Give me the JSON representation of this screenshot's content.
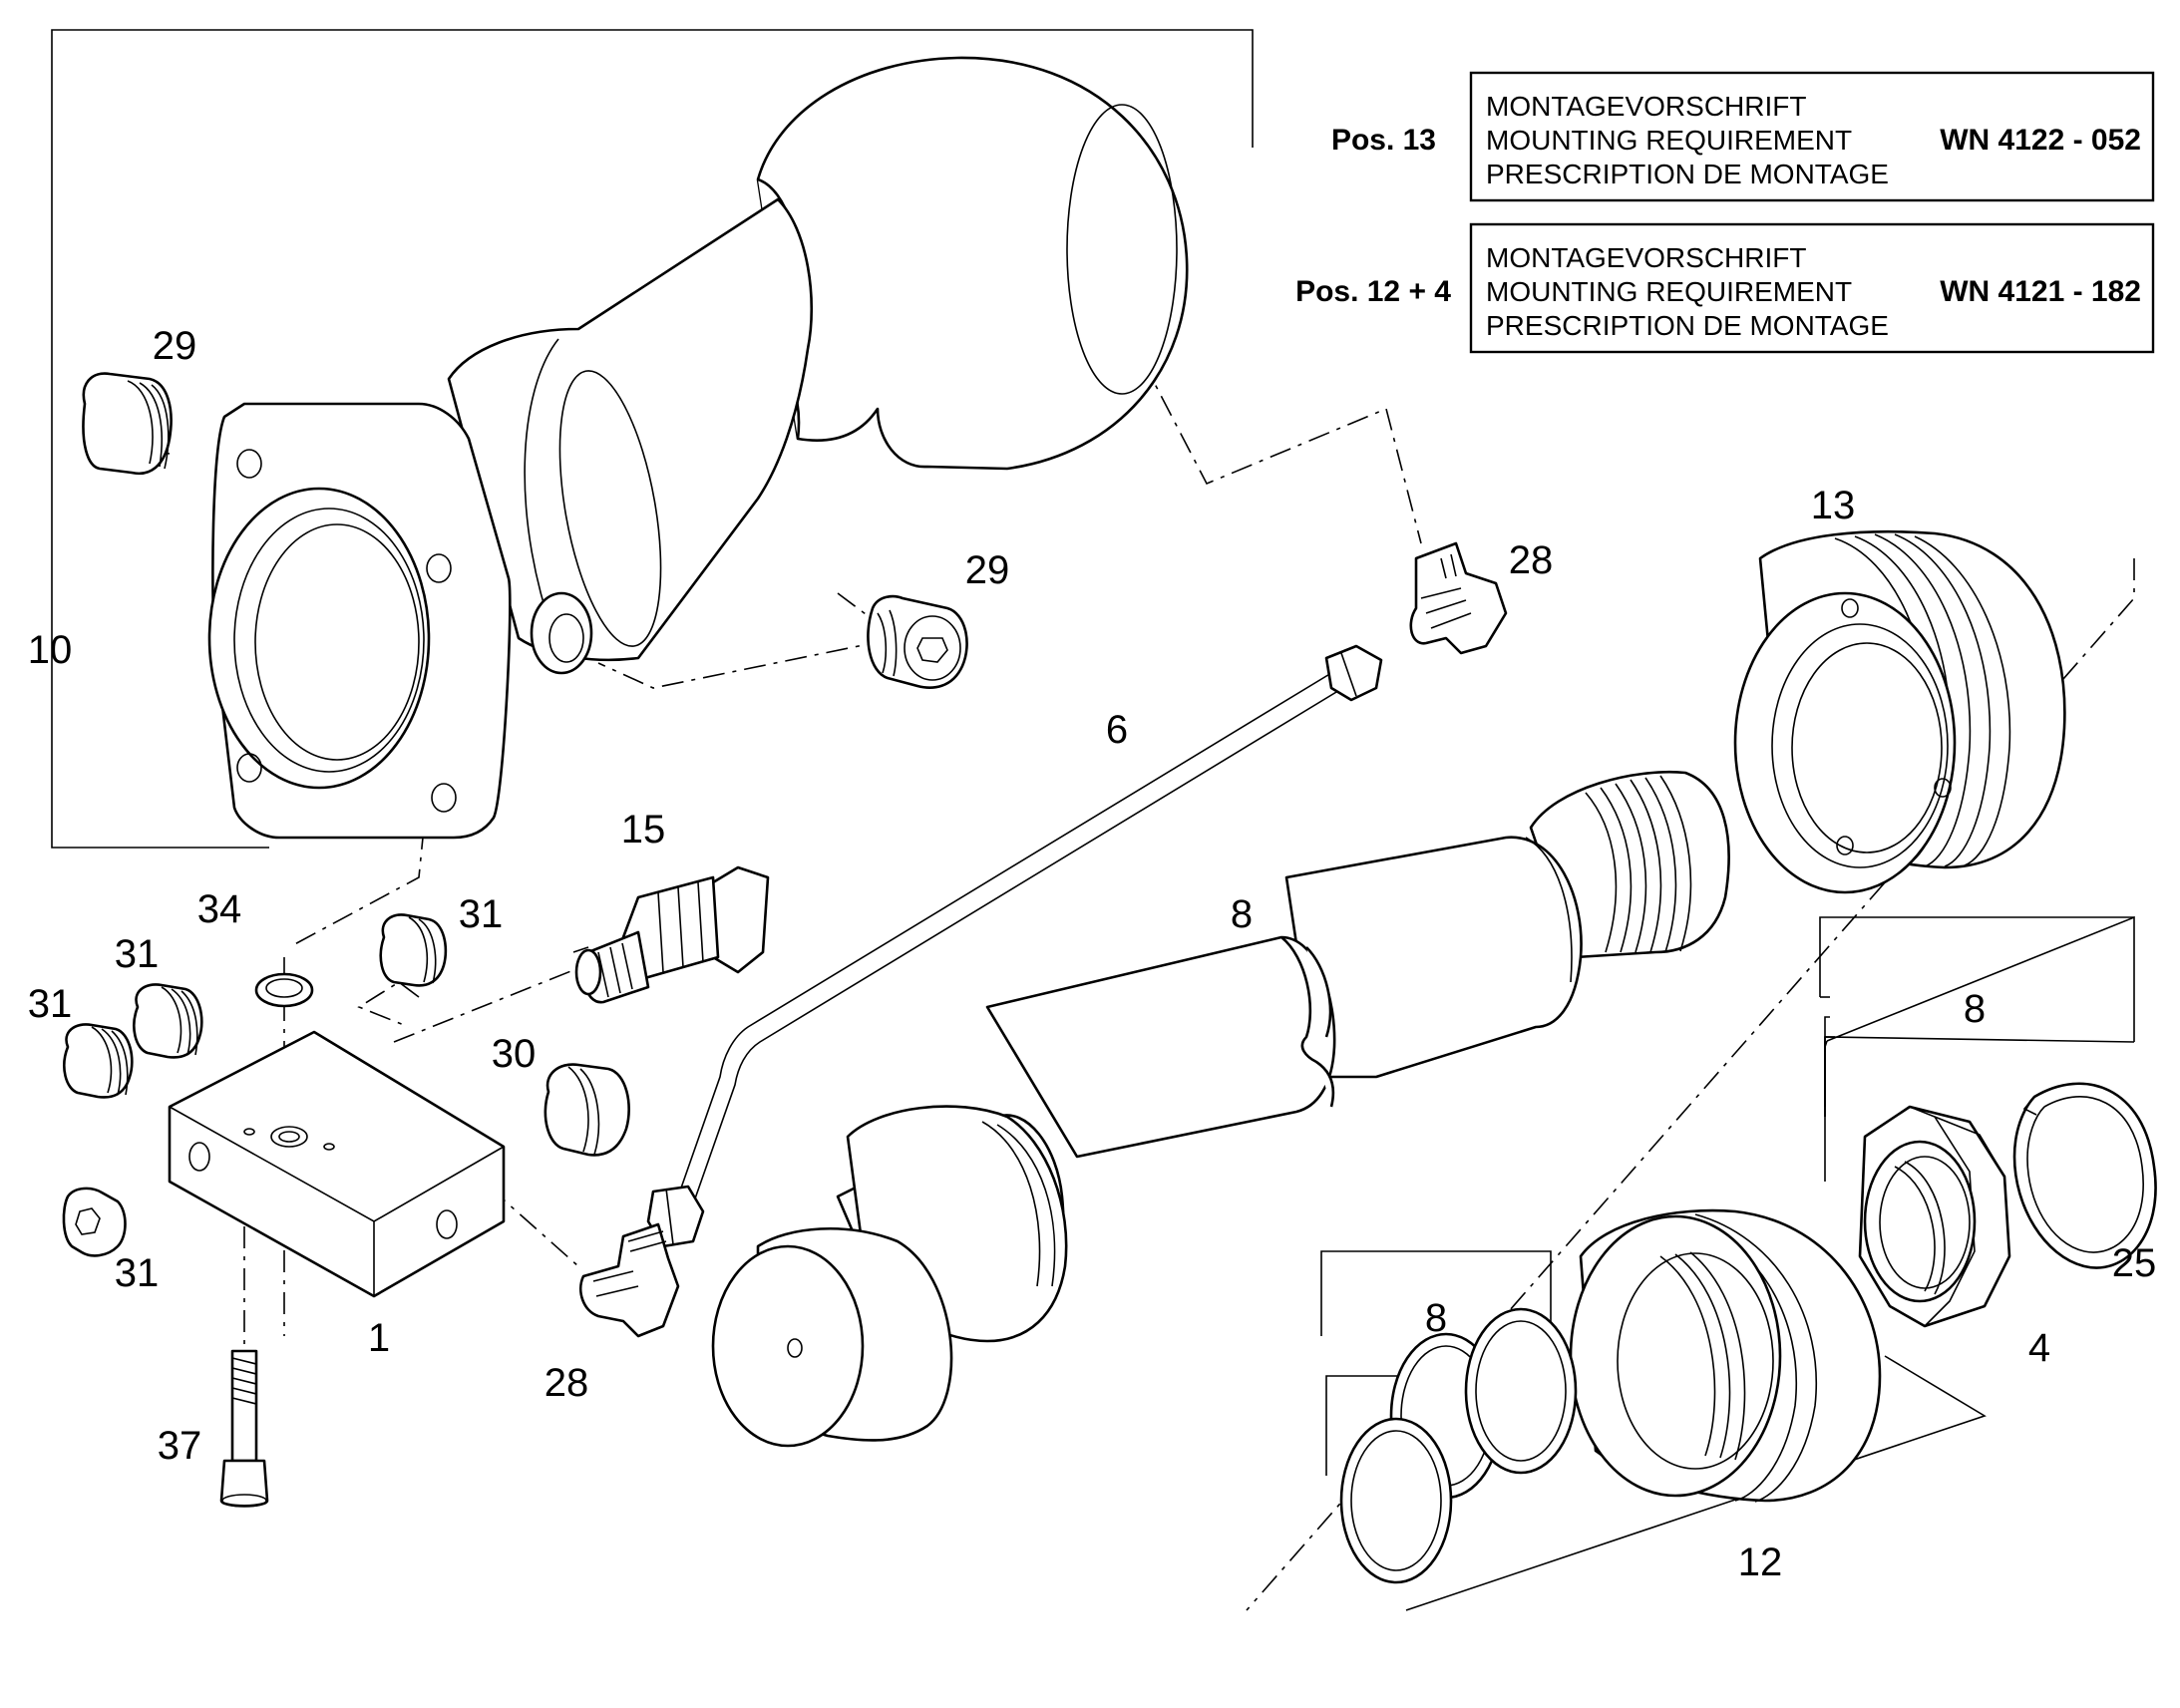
{
  "notes": [
    {
      "pos": "Pos. 13",
      "lines": [
        "MONTAGEVORSCHRIFT",
        "MOUNTING REQUIREMENT",
        "PRESCRIPTION DE MONTAGE"
      ],
      "code": "WN 4122 - 052"
    },
    {
      "pos": "Pos. 12 + 4",
      "lines": [
        "MONTAGEVORSCHRIFT",
        "MOUNTING REQUIREMENT",
        "PRESCRIPTION DE MONTAGE"
      ],
      "code": "WN 4121 - 182"
    }
  ],
  "callouts": {
    "c29a": "29",
    "c10": "10",
    "c29b": "29",
    "c28a": "28",
    "c13": "13",
    "c6": "6",
    "c15": "15",
    "c34": "34",
    "c31a": "31",
    "c31b": "31",
    "c31c": "31",
    "c30": "30",
    "c31d": "31",
    "c1": "1",
    "c28b": "28",
    "c37": "37",
    "c8a": "8",
    "c8b": "8",
    "c25": "25",
    "c4": "4",
    "c8c": "8",
    "c12": "12"
  }
}
